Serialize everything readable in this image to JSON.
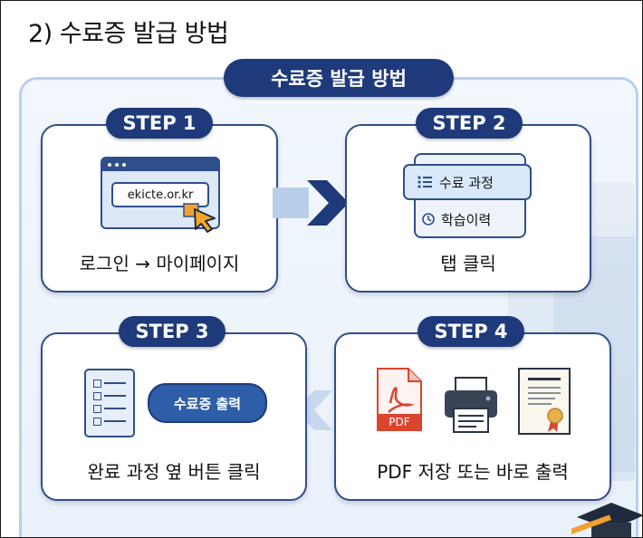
{
  "heading": "2) 수료증 발급 방법",
  "panel_title": "수료증 발급 방법",
  "steps": [
    {
      "badge": "STEP 1",
      "caption": "로그인 → 마이페이지",
      "url": "ekicte.or.kr"
    },
    {
      "badge": "STEP 2",
      "caption": "탭 클릭",
      "tab_main": "수료 과정",
      "tab_sub": "학습이력"
    },
    {
      "badge": "STEP 3",
      "caption": "완료 과정 옆 버튼 클릭",
      "button": "수료증 출력"
    },
    {
      "badge": "STEP 4",
      "caption": "PDF 저장 또는 바로 출력",
      "pdf_label": "PDF"
    }
  ],
  "colors": {
    "navy": "#1f3a7a",
    "border": "#2f4f8a",
    "panel_bg": "#eef4fc",
    "pdf_red": "#d9452e"
  }
}
